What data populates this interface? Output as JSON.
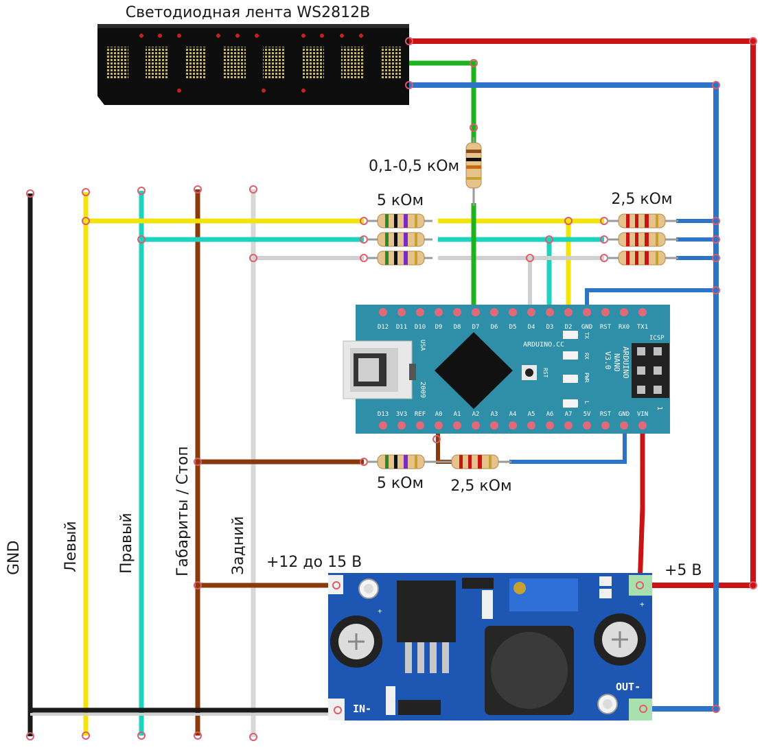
{
  "strip": {
    "title": "Светодиодная лента WS2812B"
  },
  "resistors": {
    "series": "0,1-0,5 кОм",
    "top_5k": "5 кОм",
    "top_2k5": "2,5 кОм",
    "bottom_5k": "5 кОм",
    "bottom_2k5": "2,5 кОм"
  },
  "buses": {
    "gnd": "GND",
    "left": "Левый",
    "right": "Правый",
    "markers": "Габариты / Стоп",
    "reverse": "Задний"
  },
  "power": {
    "input": "+12 до 15 В",
    "output": "+5 В",
    "in_label": "IN-",
    "out_label": "OUT-",
    "plus": "+"
  },
  "arduino": {
    "top_pins": [
      "D12",
      "D11",
      "D10",
      "D9",
      "D8",
      "D7",
      "D6",
      "D5",
      "D4",
      "D3",
      "D2",
      "GND",
      "RST",
      "RX0",
      "TX1"
    ],
    "bottom_pins": [
      "D13",
      "3V3",
      "REF",
      "A0",
      "A1",
      "A2",
      "A3",
      "A4",
      "A5",
      "A6",
      "A7",
      "5V",
      "RST",
      "GND",
      "VIN"
    ],
    "usa": "USA",
    "year": "2009",
    "brand": "ARDUINO.CC",
    "model": "ARDUINO",
    "model2": "NANO",
    "version": "V3.0",
    "icsp": "ICSP",
    "rst": "RST",
    "leds": [
      "TX",
      "RX",
      "PWR",
      "L"
    ],
    "one": "1"
  },
  "colors": {
    "gnd_wire": "#1a1a1a",
    "left_wire": "#f2e30a",
    "right_wire": "#1ed2c0",
    "markers_wire": "#8a3a0a",
    "reverse_wire": "#d8d8d8",
    "vcc_wire": "#c81414",
    "data_wire": "#1db31d",
    "ground_wire": "#2d74c8",
    "board": "#2f8fa8",
    "buck": "#1e56b4"
  }
}
